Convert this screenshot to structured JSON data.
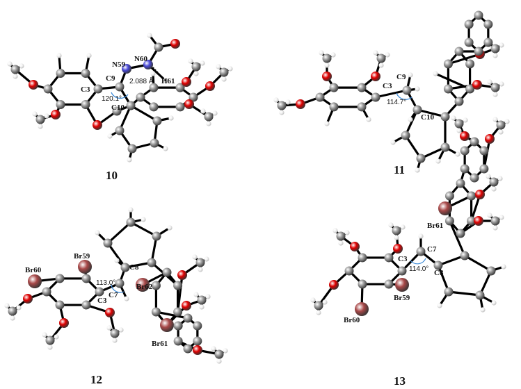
{
  "compounds": [
    {
      "number": "10",
      "atom_labels": [
        "C3",
        "C9",
        "N59",
        "N60",
        "H61",
        "C10"
      ],
      "angle": "120.1°",
      "distance": "2.088 Å"
    },
    {
      "number": "11",
      "atom_labels": [
        "C3",
        "C9",
        "C10"
      ],
      "angle": "114.7°"
    },
    {
      "number": "12",
      "atom_labels": [
        "Br60",
        "Br59",
        "C8",
        "C7",
        "C3",
        "Br62",
        "Br61"
      ],
      "angle": "113.0°"
    },
    {
      "number": "13",
      "atom_labels": [
        "Br61",
        "C3",
        "C7",
        "C8",
        "Br59",
        "Br60"
      ],
      "angle": "114.0°"
    }
  ],
  "colors": {
    "carbon": "#9a9a9a",
    "oxygen": "#e00000",
    "nitrogen": "#4a4ad8",
    "hydrogen": "#f4f4f4",
    "bromine": "#a84848",
    "bond": "#000000",
    "angle_arc": "#3a8ad8"
  }
}
